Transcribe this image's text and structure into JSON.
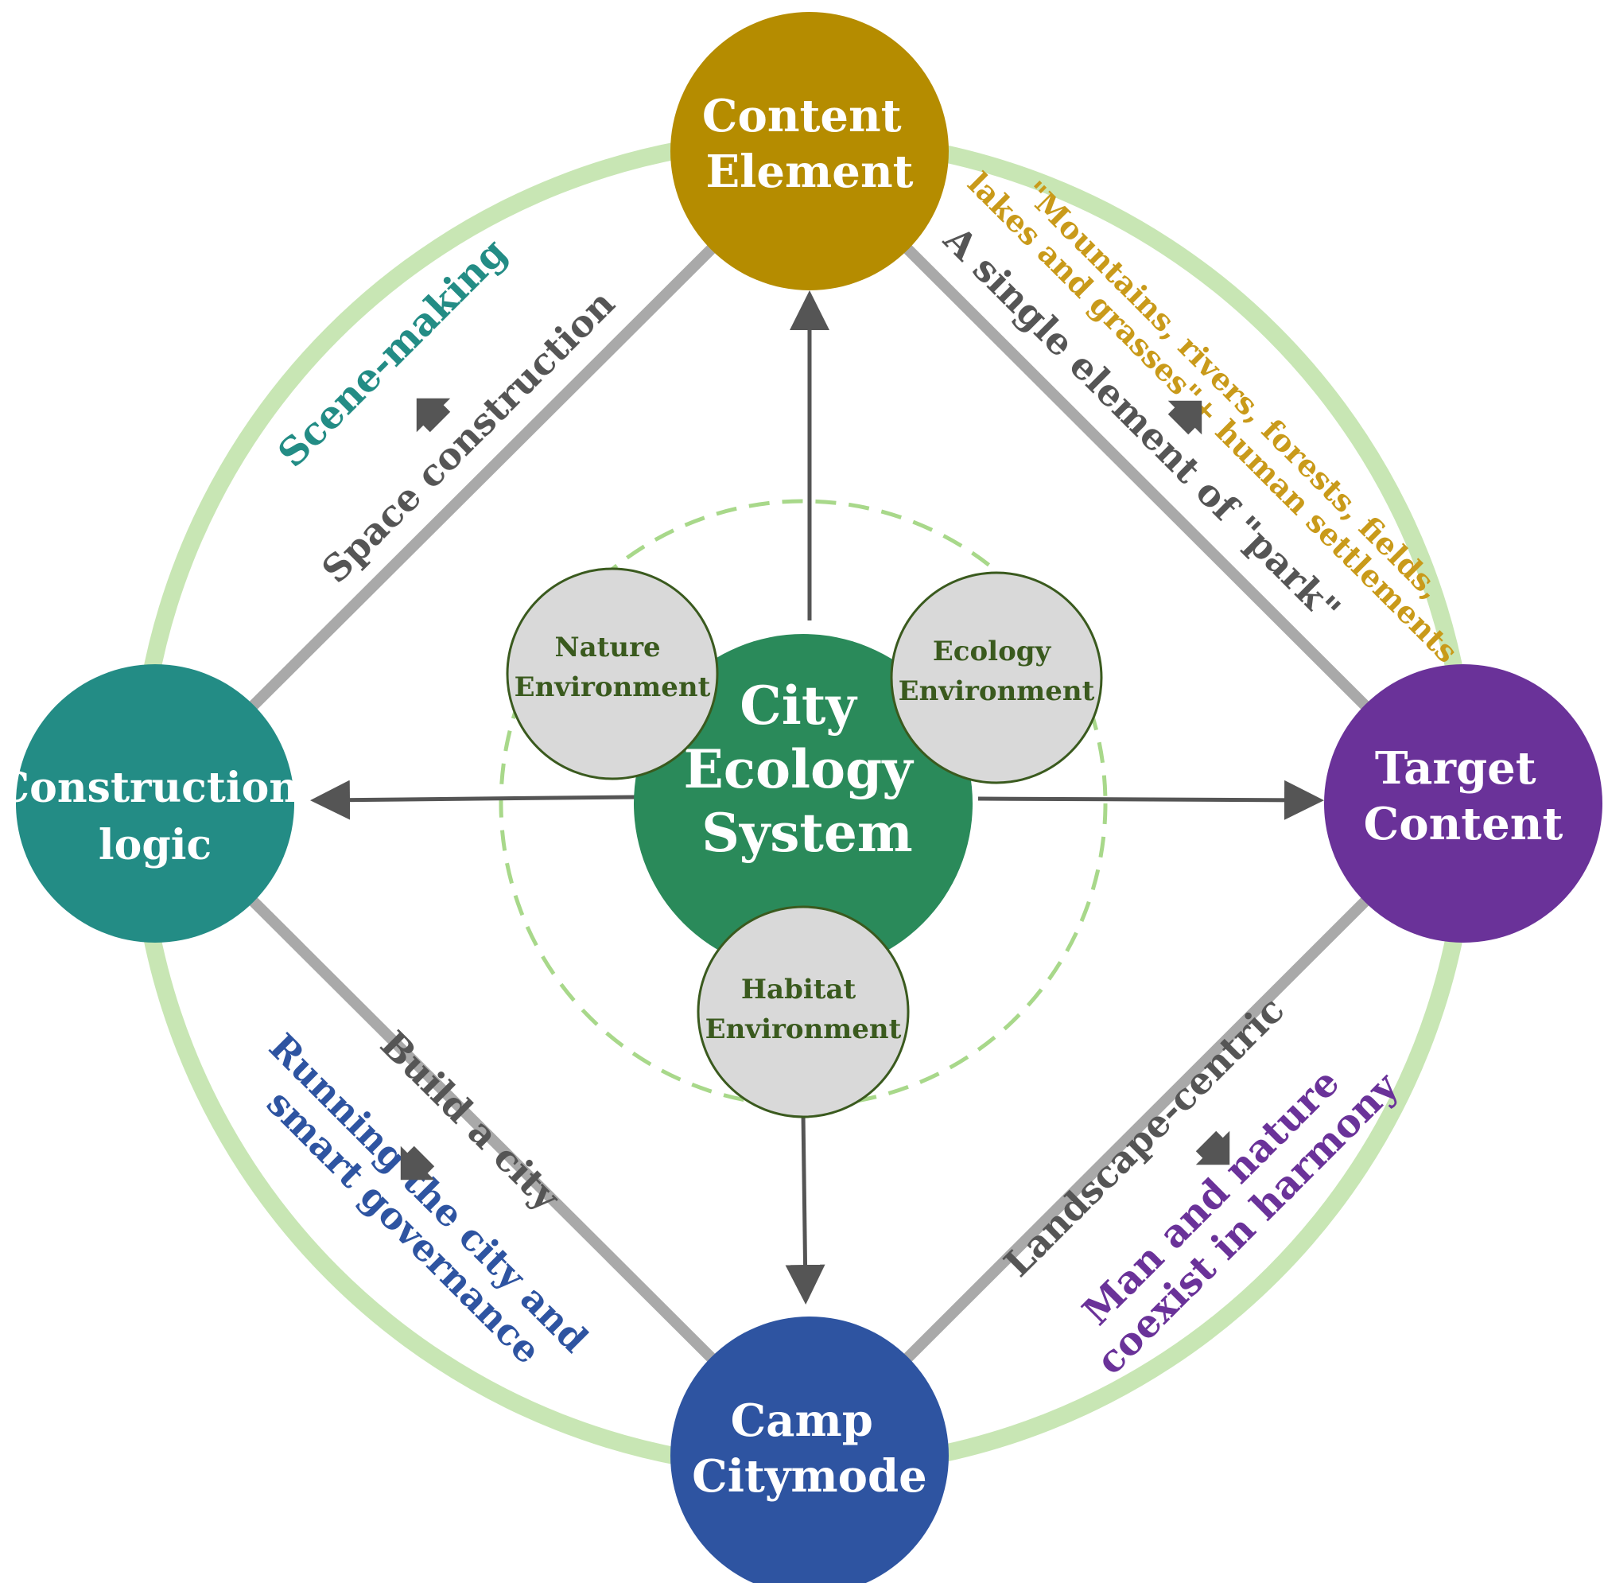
{
  "nodes": {
    "top": {
      "lines": [
        "Content",
        "Element"
      ],
      "color": "#b58c00"
    },
    "left": {
      "lines": [
        "Construction",
        "logic"
      ],
      "color": "#238c85"
    },
    "right": {
      "lines": [
        "Target",
        "Content"
      ],
      "color": "#6a3299"
    },
    "bottom": {
      "lines": [
        "Camp",
        "Citymode"
      ],
      "color": "#2e54a1"
    }
  },
  "center": {
    "lines": [
      "City",
      "Ecology",
      "System"
    ],
    "color": "#2a8a5a"
  },
  "subsystems": {
    "nature": {
      "lines": [
        "Nature",
        "Environment"
      ]
    },
    "ecology": {
      "lines": [
        "Ecology",
        "Environment"
      ]
    },
    "habitat": {
      "lines": [
        "Habitat",
        "Environment"
      ]
    }
  },
  "edges": {
    "top_left": {
      "inner": "Space construction",
      "outer": [
        "Scene-making"
      ],
      "outer_color": "#238c85"
    },
    "top_right": {
      "inner": "A single element of \"park\"",
      "outer": [
        "\"Mountains, rivers, forests, fields,",
        "lakes and grasses\"+ human settlements"
      ],
      "outer_color": "#c99a1a"
    },
    "bottom_left": {
      "inner": "Build a city",
      "outer": [
        "Running the city and",
        "smart governance"
      ],
      "outer_color": "#2e54a1"
    },
    "bottom_right": {
      "inner": "Landscape-centric",
      "outer": [
        "Man and nature",
        "coexist in harmony"
      ],
      "outer_color": "#6a3299"
    }
  },
  "colors": {
    "outer_ring": "#c8e6b4",
    "dashed_ring": "#a8d88a",
    "diamond_line": "#a9a9a9",
    "arrow": "#555555",
    "sub_fill": "#d9d9d9",
    "sub_stroke": "#3a5a1e"
  }
}
